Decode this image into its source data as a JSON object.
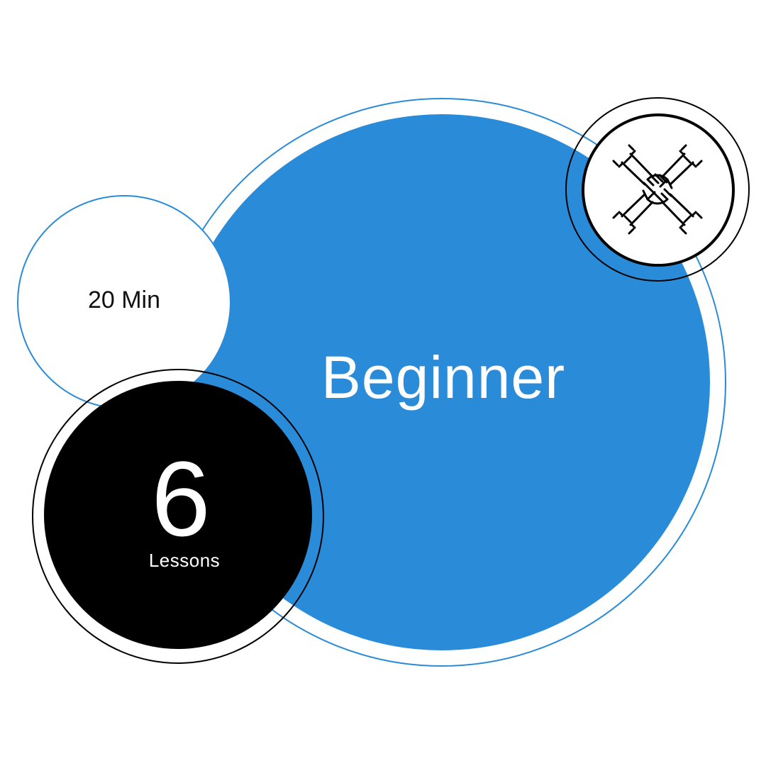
{
  "level": {
    "label": "Beginner",
    "color": "#2a8bd8"
  },
  "duration": {
    "label": "20 Min"
  },
  "lessons": {
    "count": "6",
    "label": "Lessons",
    "color": "#000000"
  },
  "badge": {
    "icon": "teamwork-hands-icon"
  }
}
